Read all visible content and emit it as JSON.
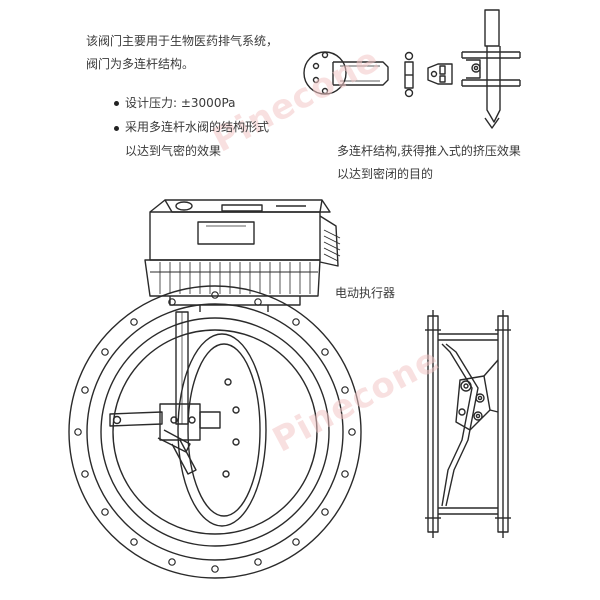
{
  "intro": {
    "line1": "该阀门主要用于生物医药排气系统，",
    "line2": "阀门为多连杆结构。"
  },
  "bullets": [
    {
      "text": "设计压力: ±3000Pa"
    },
    {
      "text": "采用多连杆水阀的结构形式",
      "continuation": "以达到气密的效果"
    }
  ],
  "linkage_caption": {
    "line1": "多连杆结构,获得推入式的挤压效果",
    "line2": "以达到密闭的目的"
  },
  "actuator_label": "电动执行器",
  "watermark": {
    "text": "Pinecone"
  },
  "colors": {
    "line": "#2a2a2a",
    "watermark": "#f0b8b8"
  }
}
